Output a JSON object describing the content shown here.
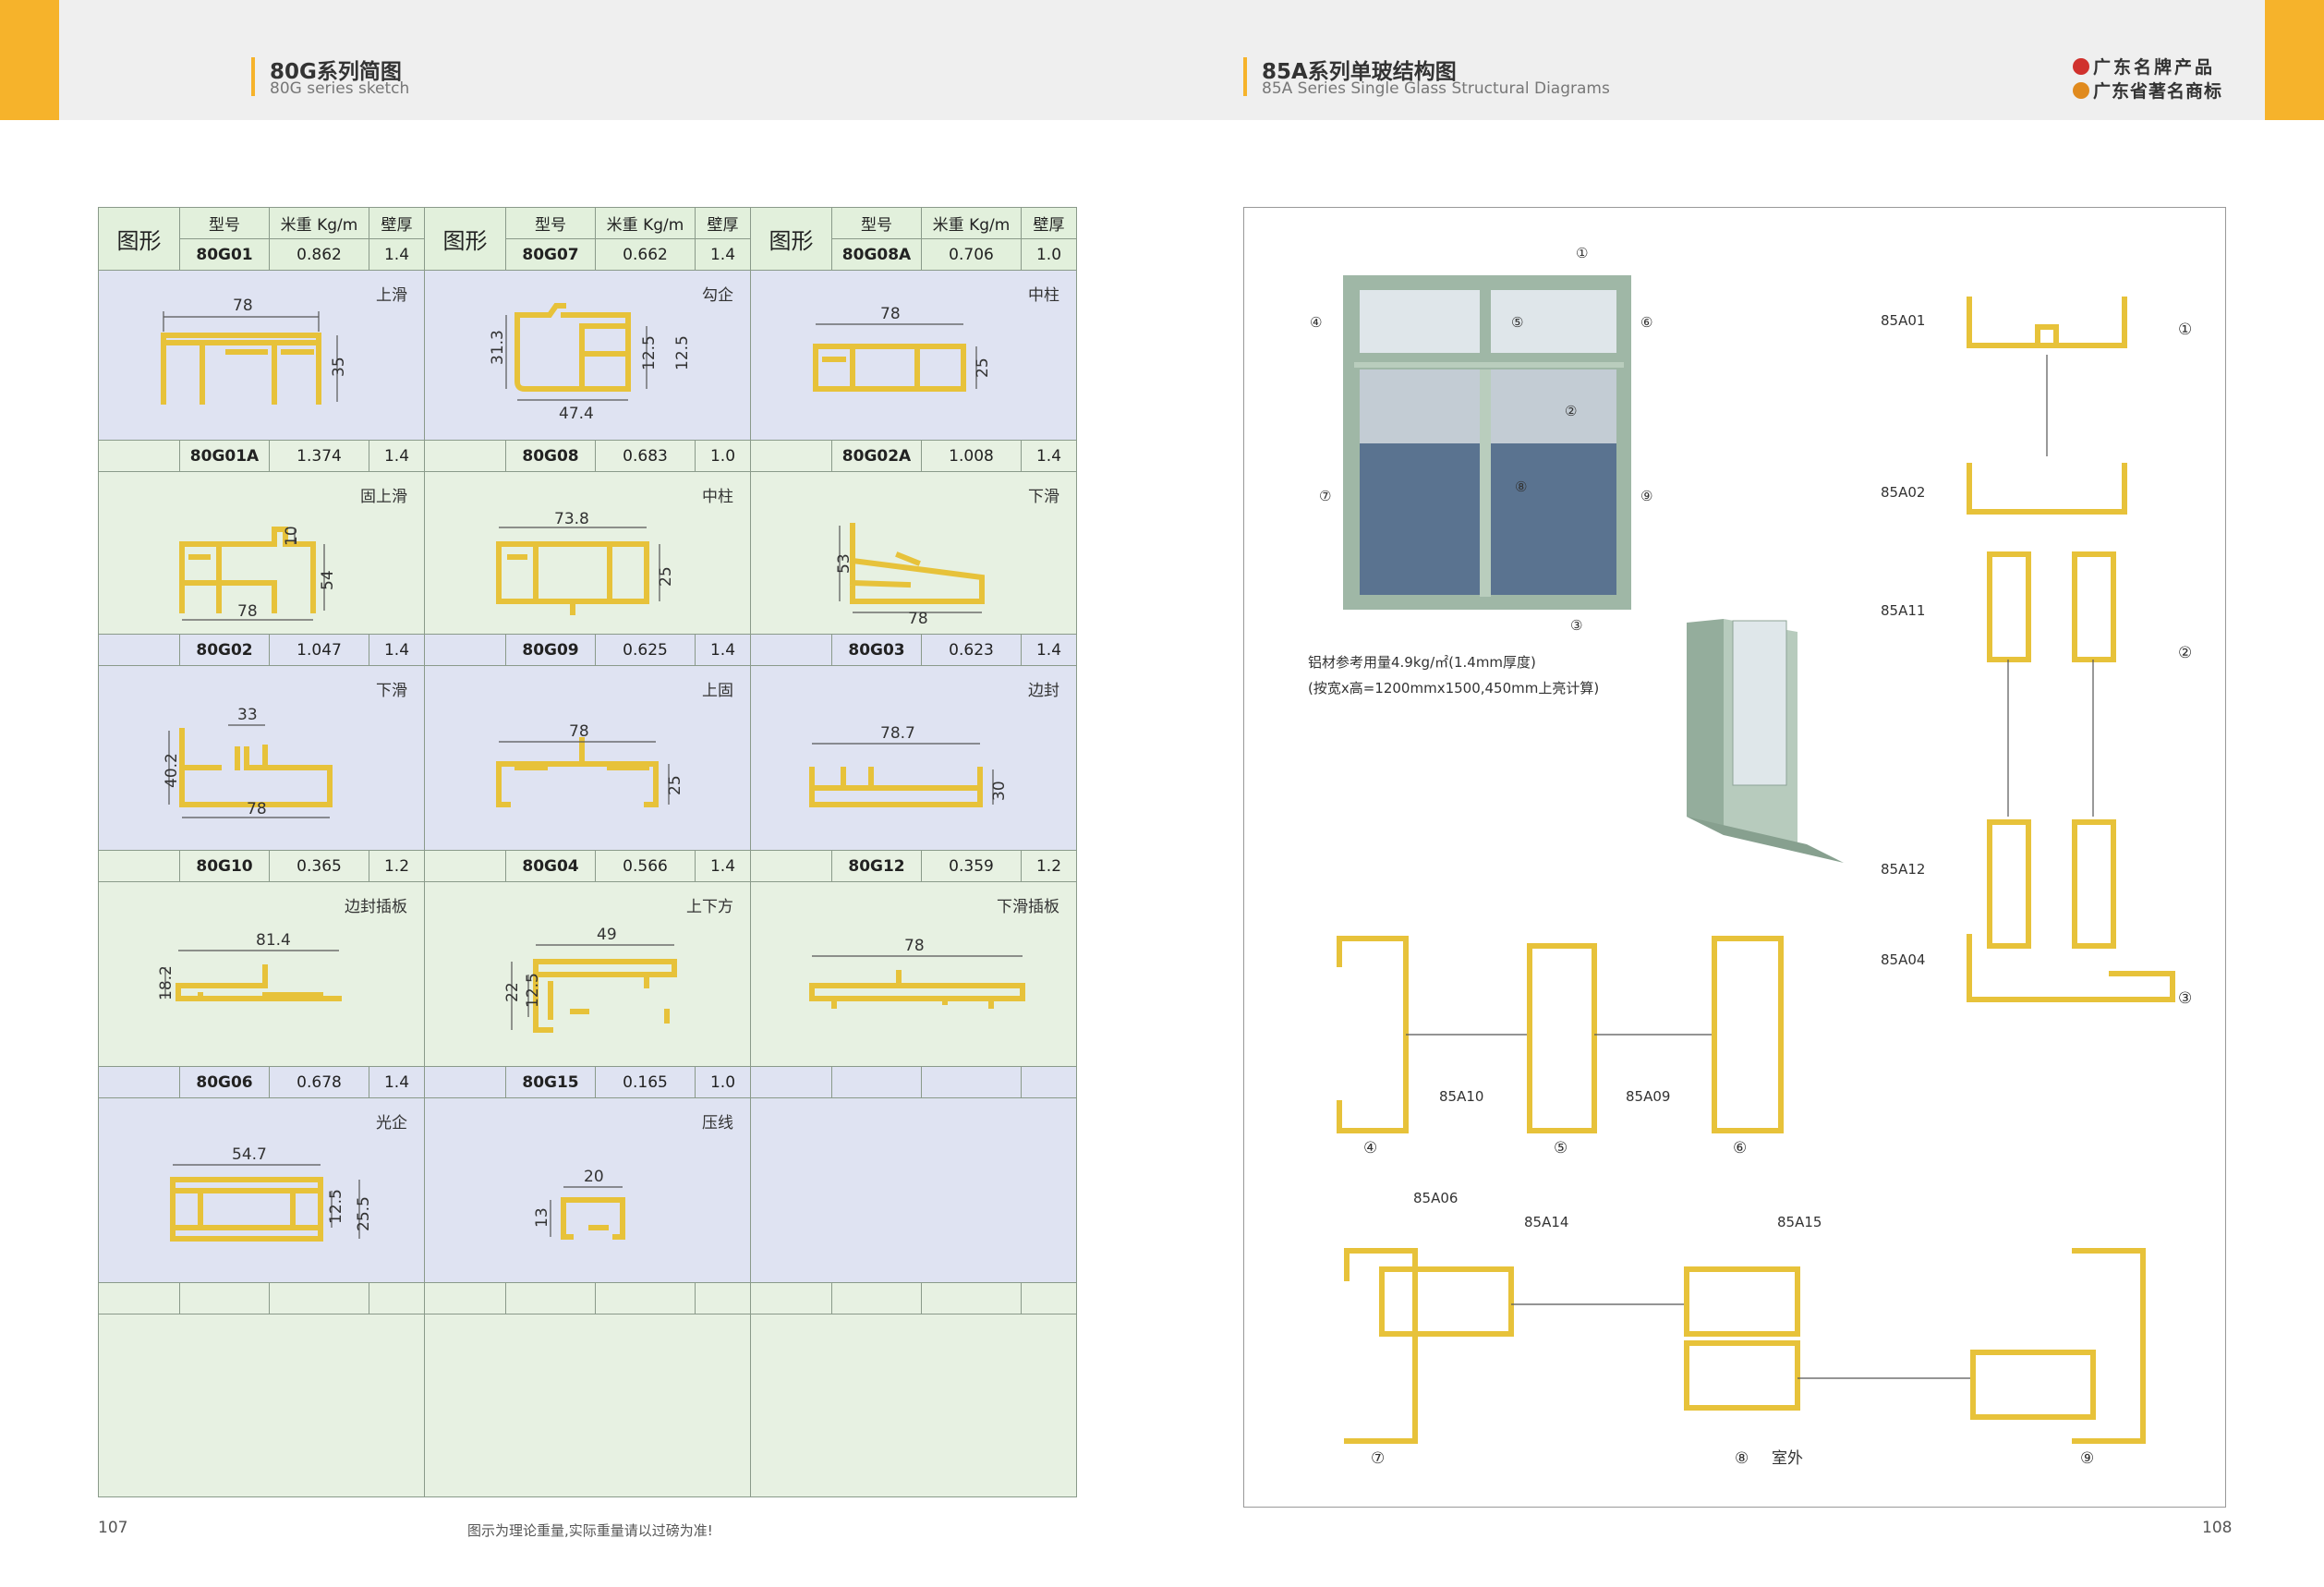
{
  "header": {
    "left_title": "80G系列简图",
    "left_sub": "80G series sketch",
    "right_title": "85A系列单玻结构图",
    "right_sub": "85A Series Single Glass Structural Diagrams",
    "brand1": "广东名牌产品",
    "brand2": "广东省著名商标"
  },
  "table": {
    "h_shape": "图形",
    "h_model": "型号",
    "h_weight": "米重 Kg/m",
    "h_thick": "壁厚",
    "rows": [
      [
        {
          "code": "80G01",
          "w": "0.862",
          "t": "1.4",
          "name": "上滑"
        },
        {
          "code": "80G07",
          "w": "0.662",
          "t": "1.4",
          "name": "勾企"
        },
        {
          "code": "80G08A",
          "w": "0.706",
          "t": "1.0",
          "name": "中柱"
        }
      ],
      [
        {
          "code": "80G01A",
          "w": "1.374",
          "t": "1.4",
          "name": "固上滑"
        },
        {
          "code": "80G08",
          "w": "0.683",
          "t": "1.0",
          "name": "中柱"
        },
        {
          "code": "80G02A",
          "w": "1.008",
          "t": "1.4",
          "name": "下滑"
        }
      ],
      [
        {
          "code": "80G02",
          "w": "1.047",
          "t": "1.4",
          "name": "下滑"
        },
        {
          "code": "80G09",
          "w": "0.625",
          "t": "1.4",
          "name": "上固"
        },
        {
          "code": "80G03",
          "w": "0.623",
          "t": "1.4",
          "name": "边封"
        }
      ],
      [
        {
          "code": "80G10",
          "w": "0.365",
          "t": "1.2",
          "name": "边封插板"
        },
        {
          "code": "80G04",
          "w": "0.566",
          "t": "1.4",
          "name": "上下方"
        },
        {
          "code": "80G12",
          "w": "0.359",
          "t": "1.2",
          "name": "下滑插板"
        }
      ],
      [
        {
          "code": "80G06",
          "w": "0.678",
          "t": "1.4",
          "name": "光企"
        },
        {
          "code": "80G15",
          "w": "0.165",
          "t": "1.0",
          "name": "压线"
        },
        {
          "code": "",
          "w": "",
          "t": "",
          "name": ""
        }
      ]
    ]
  },
  "dims": {
    "r1c1": [
      "78",
      "35"
    ],
    "r1c2": [
      "31.3",
      "12.5",
      "12.5",
      "47.4"
    ],
    "r1c3": [
      "78",
      "25"
    ],
    "r2c1": [
      "10",
      "54",
      "78"
    ],
    "r2c2": [
      "73.8",
      "25"
    ],
    "r2c3": [
      "53",
      "78"
    ],
    "r3c1": [
      "33",
      "40.2",
      "78"
    ],
    "r3c2": [
      "78",
      "25"
    ],
    "r3c3": [
      "78.7",
      "30"
    ],
    "r4c1": [
      "81.4",
      "18.2"
    ],
    "r4c2": [
      "49",
      "22",
      "12.5"
    ],
    "r4c3": [
      "78"
    ],
    "r5c1": [
      "54.7",
      "12.5",
      "25.5"
    ],
    "r5c2": [
      "20",
      "13"
    ]
  },
  "right": {
    "note1": "铝材参考用量4.9kg/㎡(1.4mm厚度)",
    "note2": "(按宽x高=1200mmx1500,450mm上亮计算)",
    "c1": "①",
    "c2": "②",
    "c3": "③",
    "c4": "④",
    "c5": "⑤",
    "c6": "⑥",
    "c7": "⑦",
    "c8": "⑧",
    "c9": "⑨",
    "parts": {
      "a01": "85A01",
      "a02": "85A02",
      "a11": "85A11",
      "a12": "85A12",
      "a04": "85A04",
      "a10": "85A10",
      "a09": "85A09",
      "a06": "85A06",
      "a14": "85A14",
      "a15": "85A15"
    },
    "outside": "室外"
  },
  "footer": {
    "page_left": "107",
    "page_right": "108",
    "note": "图示为理论重量,实际重量请以过磅为准!"
  },
  "colors": {
    "accent": "#f6b32b",
    "profile": "#e7c23a",
    "row_violet": "#dfe3f2",
    "row_green": "#e7f1e2"
  }
}
